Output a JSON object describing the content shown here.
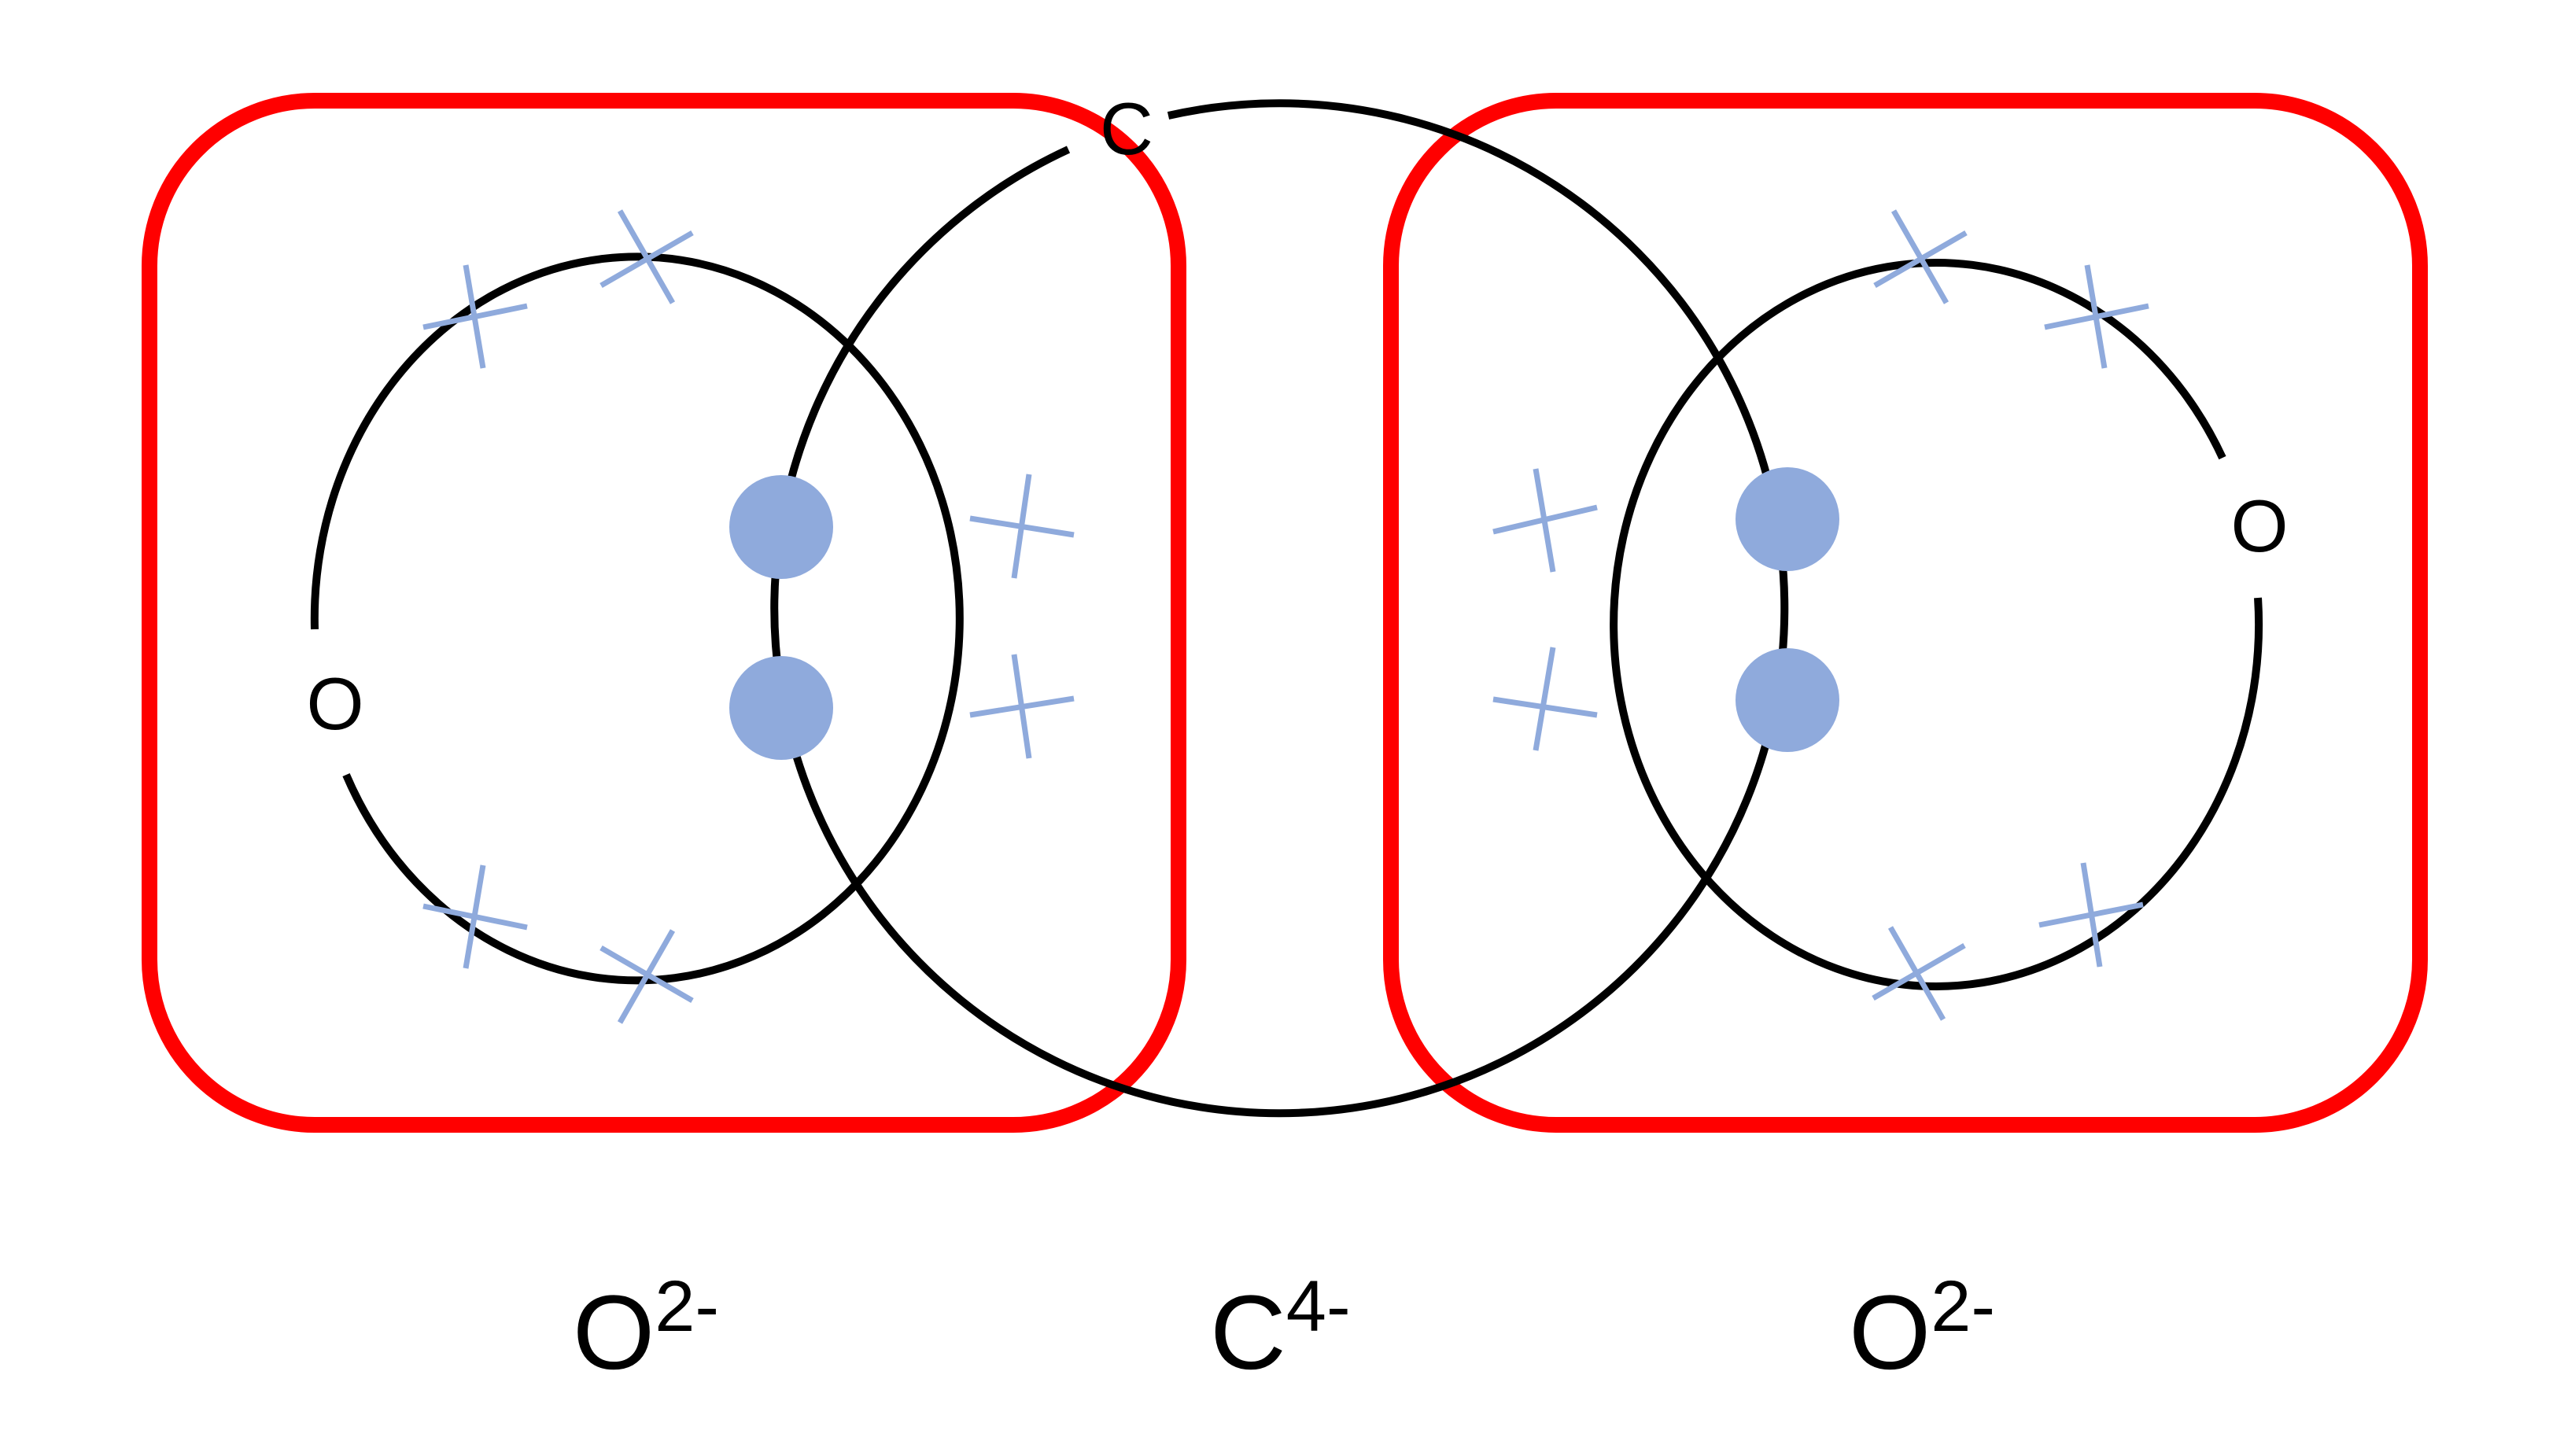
{
  "diagram": {
    "atoms": {
      "left_oxygen": "O",
      "carbon": "C",
      "right_oxygen": "O"
    },
    "ions": [
      {
        "symbol": "O",
        "charge": "2-"
      },
      {
        "symbol": "C",
        "charge": "4-"
      },
      {
        "symbol": "O",
        "charge": "2-"
      }
    ],
    "colors": {
      "ion_box": "#ff0000",
      "shell": "#000000",
      "shared_electron": "#8faadc",
      "cross_electron": "#8faadc"
    }
  }
}
